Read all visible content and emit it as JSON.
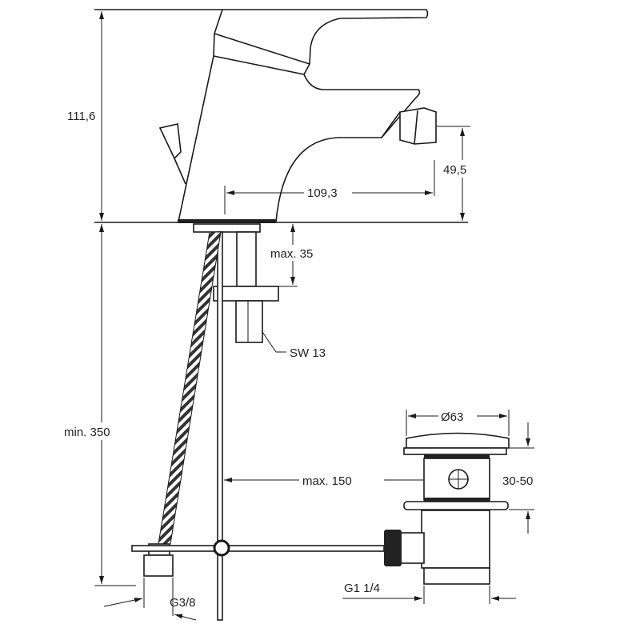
{
  "dimensions": {
    "total_height": "111,6",
    "spout_height": "49,5",
    "spout_reach": "109,3",
    "max_deck": "max. 35",
    "wrench_size": "SW 13",
    "min_hose": "min. 350",
    "waste_diameter": "Ø63",
    "max_rod": "max. 150",
    "waste_range": "30-50",
    "waste_thread": "G1 1/4",
    "hose_thread": "G3/8"
  }
}
